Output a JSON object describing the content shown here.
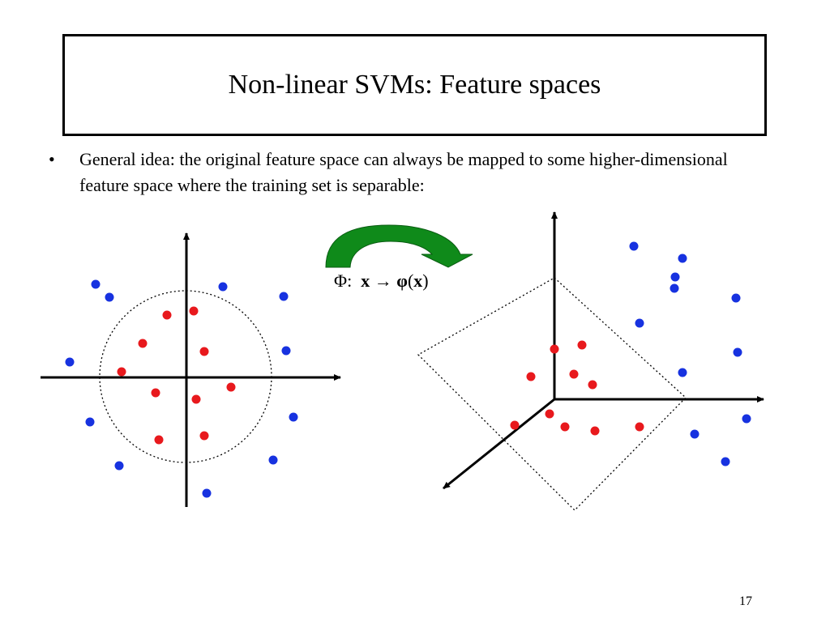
{
  "slide": {
    "title": "Non-linear SVMs:  Feature spaces",
    "bullet_mark": "•",
    "bullet_text": "General idea:   the original feature space can always be mapped to some higher-dimensional feature space where the training set is separable:",
    "page_number": "17"
  },
  "mapping": {
    "phi": "Φ:",
    "x": "x",
    "arrow": "→",
    "phi_lower": "φ",
    "open_paren": "(",
    "x_inner": "x",
    "close_paren": ")"
  },
  "colors": {
    "red_point": "#e8191d",
    "blue_point": "#1732e0",
    "curved_arrow": "#0f8a1a",
    "ink": "#000000"
  },
  "icons": {
    "curved_arrow": "curved-arrow-icon"
  }
}
